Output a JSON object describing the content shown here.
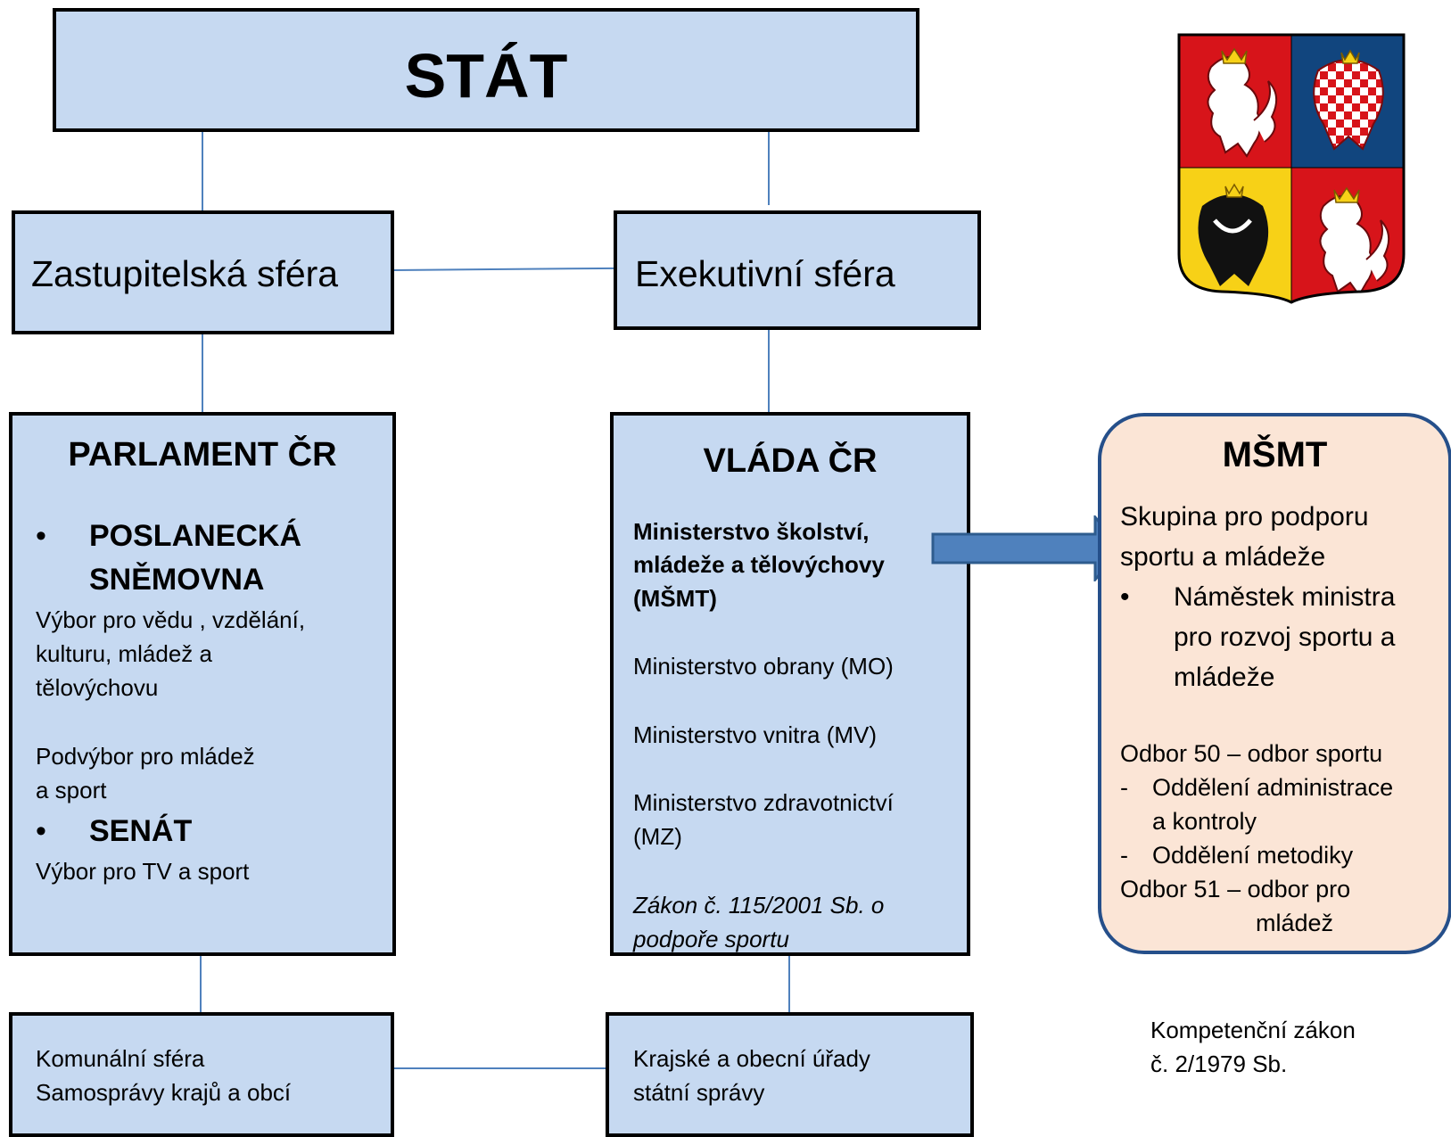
{
  "stat": {
    "title": "STÁT"
  },
  "zastupitelska": {
    "label": "Zastupitelská sféra"
  },
  "exekutivni": {
    "label": "Exekutivní sféra"
  },
  "parlament": {
    "title": "PARLAMENT ČR",
    "bullet1": "POSLANECKÁ",
    "bullet1_cont": "SNĚMOVNA",
    "vybor": [
      "Výbor pro vědu , vzdělání,",
      "kulturu, mládež a",
      "tělovýchovu"
    ],
    "podvybor": [
      "Podvýbor pro mládež",
      "a sport"
    ],
    "bullet2": "SENÁT",
    "senat_vybor": "Výbor pro TV a sport"
  },
  "vlada": {
    "title": "VLÁDA ČR",
    "msmt_lines": [
      "Ministerstvo školství,",
      "mládeže a tělovýchovy",
      "(MŠMT)"
    ],
    "mo": "Ministerstvo obrany (MO)",
    "mv": "Ministerstvo vnitra (MV)",
    "mz": [
      "Ministerstvo zdravotnictví",
      "(MZ)"
    ],
    "zakon": [
      "Zákon č. 115/2001 Sb. o",
      "podpoře sportu"
    ]
  },
  "msmt": {
    "title": "MŠMT",
    "skupina": [
      "Skupina pro podporu",
      "sportu a mládeže"
    ],
    "namestek": [
      "Náměstek ministra",
      "pro rozvoj sportu a",
      "mládeže"
    ],
    "odbor50": "Odbor 50 – odbor sportu",
    "oddeleni1": [
      "Oddělení administrace",
      "a kontroly"
    ],
    "oddeleni2": "Oddělení metodiky",
    "odbor51": [
      "Odbor 51 – odbor pro",
      "mládež"
    ]
  },
  "komunalni": {
    "lines": [
      "Komunální sféra",
      "Samosprávy krajů a obcí"
    ]
  },
  "krajske": {
    "lines": [
      "Krajské a obecní úřady",
      "státní správy"
    ]
  },
  "kompetencni": {
    "lines": [
      "Kompetenční zákon",
      "č. 2/1979 Sb."
    ]
  },
  "bullet_char": "•",
  "dash_char": "-",
  "colors": {
    "box_fill": "#c6d9f1",
    "msmt_fill": "#fbe5d6",
    "msmt_border": "#254f8a",
    "connector": "#4f81bd",
    "arrow": "#4f81bd"
  },
  "emblem": {
    "icon": "czech-coat-of-arms-icon"
  }
}
